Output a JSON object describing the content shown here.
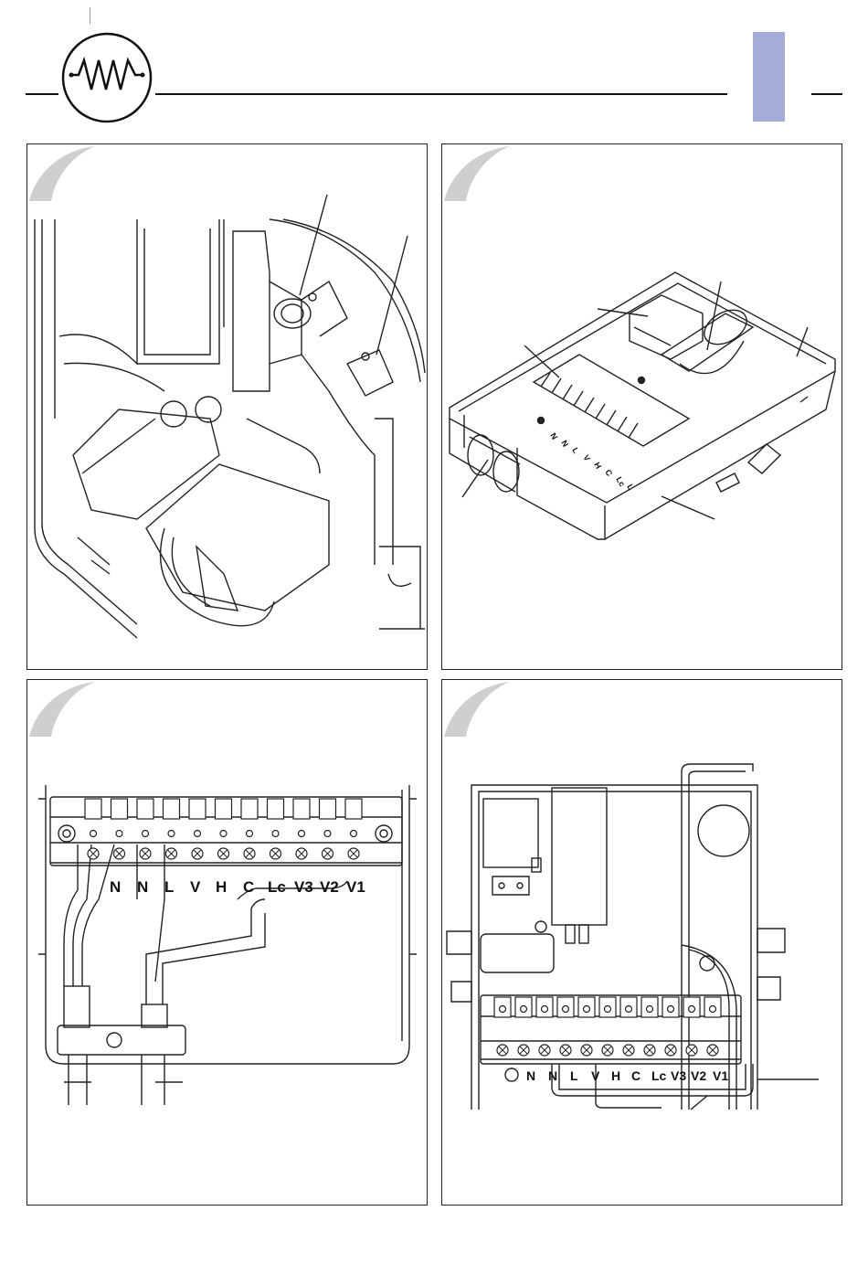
{
  "page": {
    "accent_color": "#a6acd8",
    "header_icon": "heating-resistor-icon"
  },
  "figures": [
    {
      "id": "fig-1",
      "corner_icon": "page-curl-icon"
    },
    {
      "id": "fig-2",
      "corner_icon": "page-curl-icon",
      "terminal_labels": [
        "N",
        "N",
        "L",
        "V",
        "H",
        "C",
        "Lc",
        "L"
      ]
    },
    {
      "id": "fig-3",
      "corner_icon": "page-curl-icon",
      "terminal_labels": [
        "N",
        "N",
        "L",
        "V",
        "H",
        "C",
        "Lc",
        "V3",
        "V2",
        "V1"
      ]
    },
    {
      "id": "fig-4",
      "corner_icon": "page-curl-icon",
      "terminal_labels": [
        "N",
        "N",
        "L",
        "V",
        "H",
        "C",
        "Lc",
        "V3",
        "V2",
        "V1"
      ]
    }
  ]
}
